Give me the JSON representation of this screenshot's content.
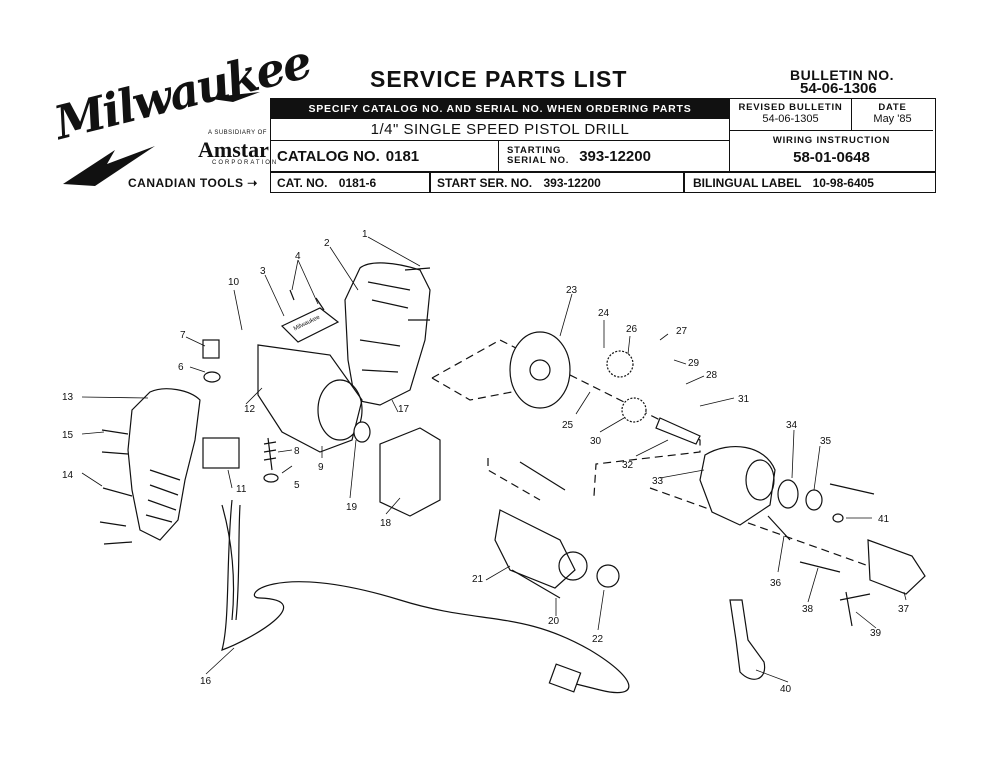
{
  "header": {
    "brand": "Milwaukee",
    "subsidiary_label": "A SUBSIDIARY OF",
    "parent_company": "Amstar",
    "parent_company_sub": "CORPORATION",
    "canadian_tools_label": "CANADIAN TOOLS",
    "title": "SERVICE PARTS LIST",
    "bulletin_label": "BULLETIN NO.",
    "bulletin_number": "54-06-1306"
  },
  "info_table": {
    "specify_note": "SPECIFY CATALOG NO. AND SERIAL NO. WHEN ORDERING PARTS",
    "product_name": "1/4\" SINGLE SPEED PISTOL DRILL",
    "catalog_label": "CATALOG NO.",
    "catalog_number": "0181",
    "starting_label": "STARTING",
    "serial_label": "SERIAL NO.",
    "serial_number": "393-12200",
    "revised_bulletin_label": "REVISED BULLETIN",
    "revised_bulletin_value": "54-06-1305",
    "date_label": "DATE",
    "date_value": "May '85",
    "wiring_label": "WIRING INSTRUCTION",
    "wiring_value": "58-01-0648",
    "canadian_row": {
      "cat_label": "CAT. NO.",
      "cat_value": "0181-6",
      "start_ser_label": "START SER. NO.",
      "start_ser_value": "393-12200",
      "bilingual_label": "BILINGUAL LABEL",
      "bilingual_value": "10-98-6405"
    }
  },
  "diagram": {
    "nameplate_text": "Milwaukee",
    "callouts": [
      "1",
      "2",
      "3",
      "4",
      "5",
      "6",
      "7",
      "8",
      "9",
      "10",
      "11",
      "12",
      "13",
      "14",
      "15",
      "16",
      "17",
      "18",
      "19",
      "20",
      "21",
      "22",
      "23",
      "24",
      "25",
      "26",
      "27",
      "28",
      "29",
      "30",
      "31",
      "32",
      "33",
      "34",
      "35",
      "36",
      "37",
      "38",
      "39",
      "40",
      "41"
    ]
  }
}
